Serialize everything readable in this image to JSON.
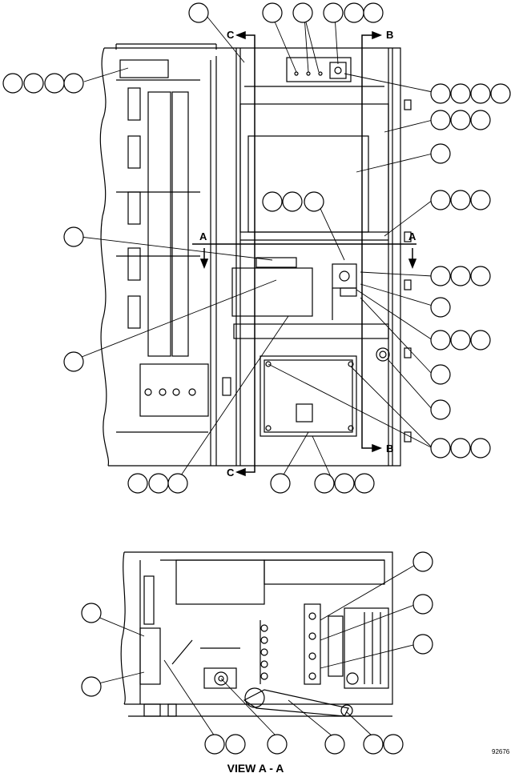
{
  "section_marks": {
    "c_top": "C",
    "b_top": "B",
    "a_left": "A",
    "a_right": "A",
    "b_bottom": "B",
    "c_bottom": "C"
  },
  "view_title": "VIEW A - A",
  "figure_number": "92676"
}
